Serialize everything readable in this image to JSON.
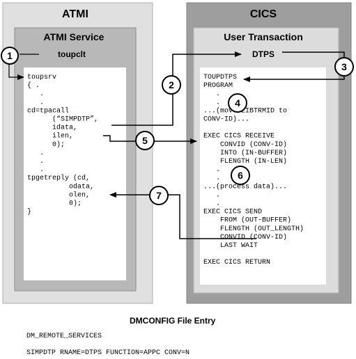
{
  "atmi": {
    "title": "ATMI",
    "service_title": "ATMI Service",
    "client": "toupclt",
    "code": [
      "toupsrv",
      "{ .",
      "   .",
      "   .",
      "cd=tpacall",
      "      (“SIMPDTP”,",
      "      idata,",
      "      ilen,",
      "      0);",
      "   .",
      "   .",
      "   .",
      "tpgetreply (cd,",
      "          odata,",
      "          olen,",
      "          0);",
      "}"
    ]
  },
  "cics": {
    "title": "CICS",
    "txn_title": "User Transaction",
    "dtps": "DTPS",
    "code": [
      "TOUPDTPS",
      "PROGRAM",
      "   .",
      "   .",
      "...(move EIBTRMID to",
      "CONV-ID)...",
      "",
      "EXEC CICS RECEIVE",
      "    CONVID (CONV-ID)",
      "    INTO (IN-BUFFER)",
      "    FLENGTH (IN-LEN)",
      "   .",
      "   .",
      "...(process data)...",
      "   .",
      "   .",
      "EXEC CICS SEND",
      "    FROM (OUT-BUFFER)",
      "    FLENGTH (OUT_LENGTH)",
      "    CONVID (CONV-ID)",
      "    LAST WAIT",
      "",
      "EXEC CICS RETURN"
    ]
  },
  "steps": [
    "1",
    "2",
    "3",
    "4",
    "5",
    "6",
    "7"
  ],
  "footer": {
    "title": "DMCONFIG File Entry",
    "line1": "DM_REMOTE_SERVICES",
    "line2": "SIMPDTP RNAME=DTPS FUNCTION=APPC CONV=N"
  },
  "colors": {
    "atmi_outer": "#e0e0e0",
    "atmi_inner": "#b8b8b8",
    "cics_outer": "#9e9e9e",
    "cics_inner": "#dcdcdc",
    "code_bg": "#ffffff"
  }
}
